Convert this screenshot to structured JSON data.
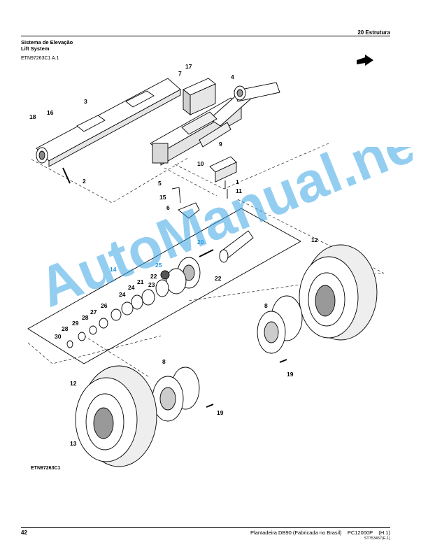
{
  "header": {
    "section": "20 Estrutura",
    "title_pt": "Sistema de Elevação",
    "title_en": "Lift System",
    "figure_ref": "ETN97263C1 A.1"
  },
  "diagram": {
    "figure_id": "ETN97263C1",
    "callouts": [
      "1",
      "2",
      "3",
      "4",
      "5",
      "6",
      "7",
      "8",
      "8",
      "9",
      "10",
      "11",
      "12",
      "12",
      "13",
      "14",
      "15",
      "16",
      "17",
      "18",
      "19",
      "19",
      "20",
      "21",
      "22",
      "22",
      "23",
      "24",
      "24",
      "25",
      "26",
      "27",
      "28",
      "28",
      "29",
      "30"
    ]
  },
  "watermark": {
    "text": "AutoManual.net"
  },
  "footer": {
    "page_number": "42",
    "document": "Plantadeira DB90 (Fabricada no Brasil)    PC12000P    (H.1)",
    "code": "ST753457(E.1)"
  },
  "colors": {
    "watermark": "#3aa6e6",
    "blue_callout": "#1a8fd8"
  }
}
